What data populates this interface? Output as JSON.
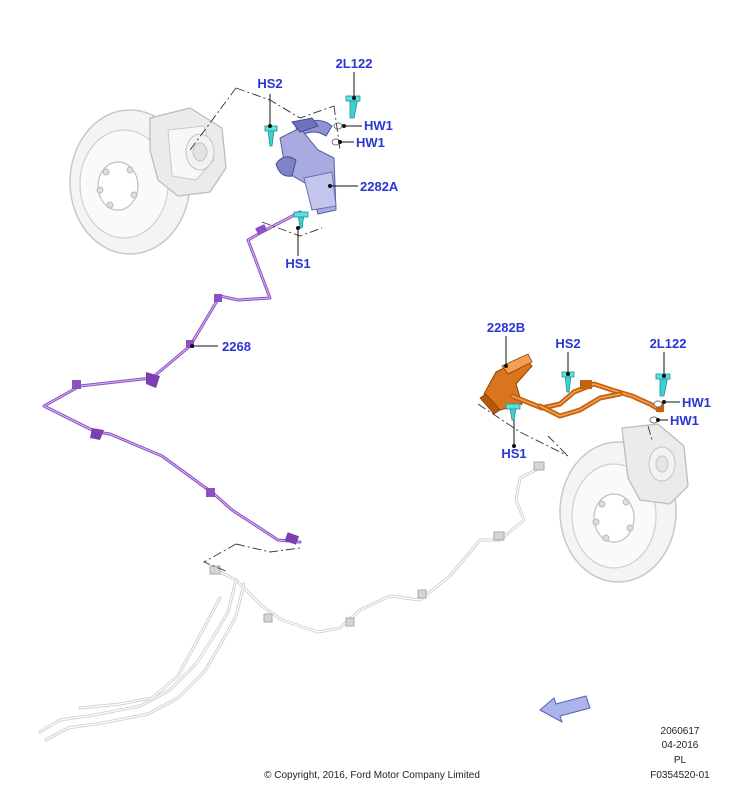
{
  "labels": {
    "hs2_top": "HS2",
    "l2122_top": "2L122",
    "hw1_top_a": "HW1",
    "hw1_top_b": "HW1",
    "b2282a": "2282A",
    "hs1_top": "HS1",
    "n2268": "2268",
    "b2282b": "2282B",
    "hs2_right": "HS2",
    "l2122_right": "2L122",
    "hw1_right_a": "HW1",
    "hw1_right_b": "HW1",
    "hs1_right": "HS1"
  },
  "footer": {
    "copyright": "© Copyright, 2016, Ford Motor Company Limited",
    "code1": "2060617",
    "date": "04-2016",
    "lang": "PL",
    "ref": "F0354520-01"
  },
  "colors": {
    "callout": "#2b35d6",
    "purple_part": "#8c4fc4",
    "orange_part": "#c4620e",
    "fastener": "#3fd0d0",
    "gray_part": "#cfcfcf"
  }
}
